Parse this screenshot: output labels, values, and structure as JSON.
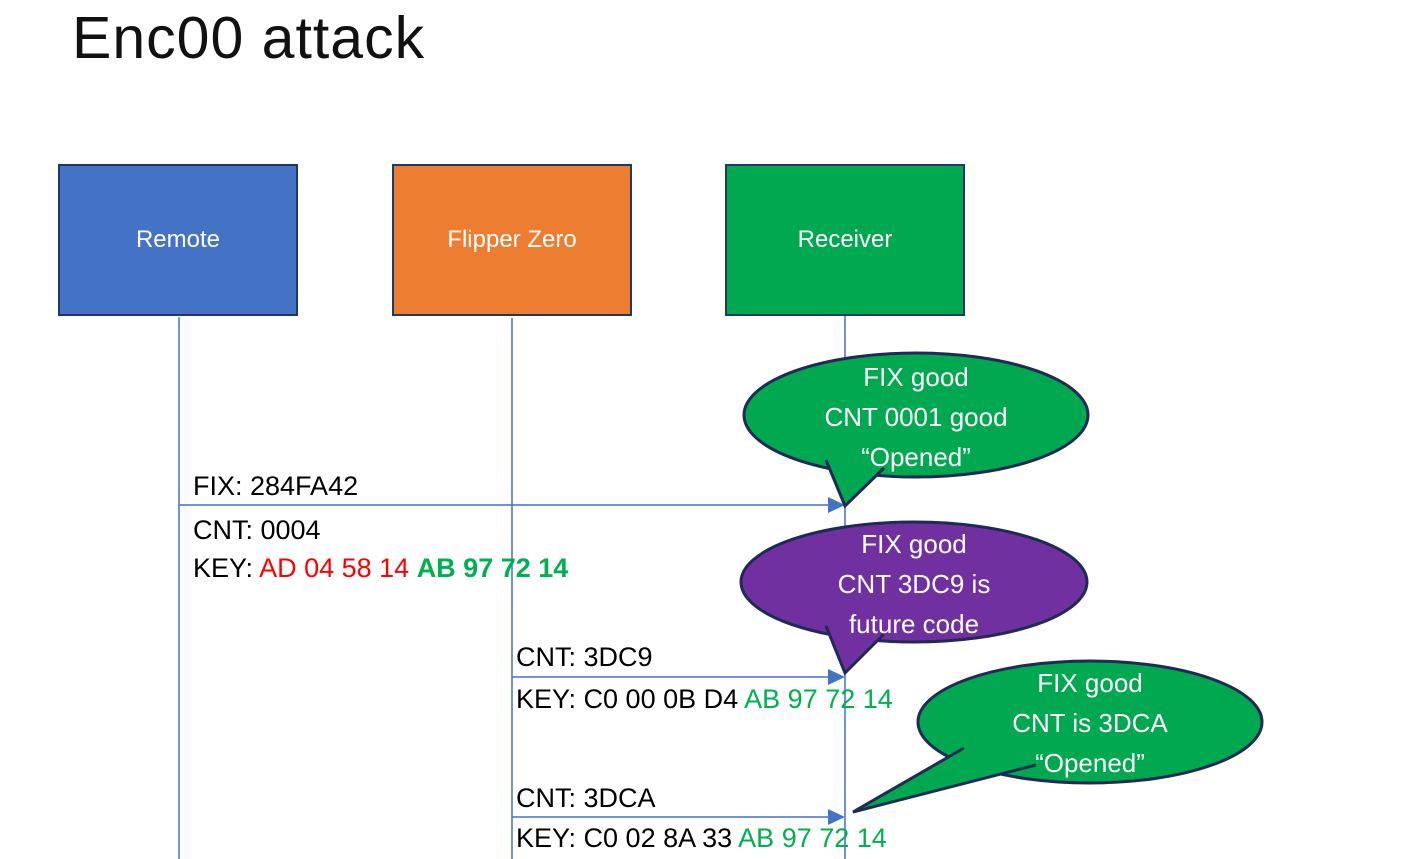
{
  "title": "Enc00 attack",
  "palette": {
    "actor_blue": "#4472C4",
    "actor_orange": "#ED7D31",
    "actor_green": "#00A850",
    "bubble_green": "#00A850",
    "bubble_purple": "#7030A0",
    "box_border": "#1F3864",
    "bubble_border": "#1F2A56",
    "arrow_blue": "#4472C4",
    "key_red": "#FF0000",
    "key_green": "#00B050"
  },
  "actors": [
    {
      "label": "Remote"
    },
    {
      "label": "Flipper Zero"
    },
    {
      "label": "Receiver"
    }
  ],
  "messages": [
    {
      "fix": "FIX: 284FA42",
      "cnt": "CNT: 0004",
      "key_label": "KEY: ",
      "key_red_part": "AD 04 58 14 ",
      "key_green_part": "AB 97 72 14"
    },
    {
      "cnt": "CNT: 3DC9",
      "key_label": "KEY: C0 00 0B D4 ",
      "key_green_part": "AB 97 72 14"
    },
    {
      "cnt": "CNT: 3DCA",
      "key_label": "KEY: C0 02 8A 33 ",
      "key_green_part": "AB 97 72 14"
    }
  ],
  "bubbles": [
    {
      "lines": [
        "FIX good",
        "CNT 0001 good",
        "“Opened”"
      ]
    },
    {
      "lines": [
        "FIX good",
        "CNT 3DC9 is",
        "future code"
      ]
    },
    {
      "lines": [
        "FIX good",
        "CNT is 3DCA",
        "“Opened”"
      ]
    }
  ]
}
